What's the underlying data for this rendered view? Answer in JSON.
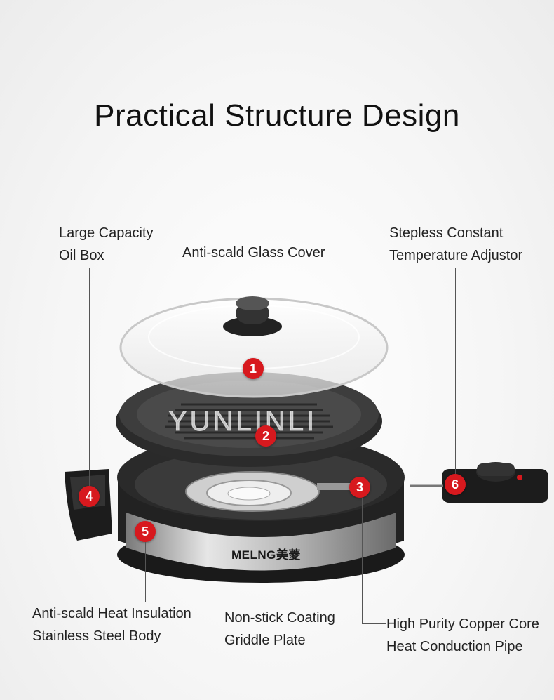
{
  "title": "Practical Structure Design",
  "watermark": "YUNLINLI",
  "brand": "MELNG美菱",
  "labels": {
    "oil_box": [
      "Large Capacity",
      "Oil Box"
    ],
    "glass_cover": [
      "Anti-scald Glass Cover"
    ],
    "temp_adjustor": [
      "Stepless Constant",
      "Temperature Adjustor"
    ],
    "steel_body": [
      "Anti-scald Heat Insulation",
      "Stainless Steel Body"
    ],
    "griddle_plate": [
      "Non-stick Coating",
      "Griddle Plate"
    ],
    "copper_pipe": [
      "High Purity Copper Core",
      "Heat Conduction Pipe"
    ]
  },
  "badges": [
    "1",
    "2",
    "3",
    "4",
    "5",
    "6"
  ],
  "colors": {
    "badge": "#d7191e",
    "body_steel": "#c9c9c9",
    "plastic": "#1c1c1c"
  }
}
